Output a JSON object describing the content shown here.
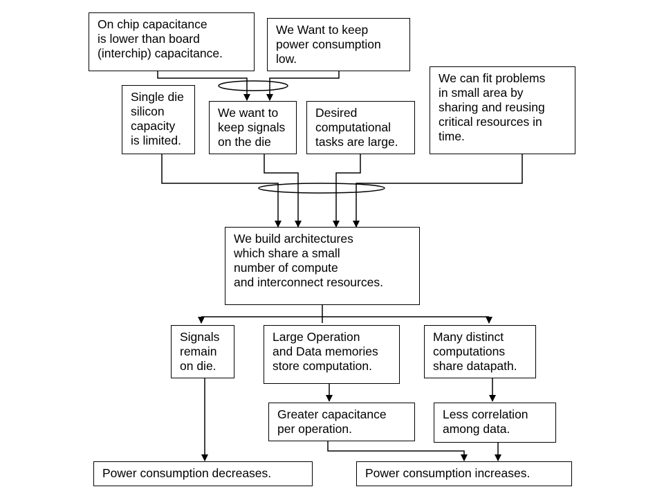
{
  "boxes": {
    "on_chip": "On chip capacitance\nis lower than board\n(interchip) capacitance.",
    "keep_power_low": "We Want to keep\npower consumption\nlow.",
    "single_die": "Single die\nsilicon\ncapacity\nis limited.",
    "keep_signals": "We want to\nkeep signals\non the die",
    "tasks_large": "Desired\ncomputational\ntasks are large.",
    "fit_problems": "We can fit problems\nin small area by\nsharing and reusing\ncritical resources in\ntime.",
    "build_arch": "We build architectures\nwhich share a small\nnumber of compute\nand interconnect resources.",
    "signals_remain": "Signals\nremain\non die.",
    "large_memories": "Large Operation\nand Data memories\nstore computation.",
    "distinct_computations": "Many distinct\ncomputations\nshare datapath.",
    "greater_capacitance": "Greater capacitance\nper operation.",
    "less_correlation": "Less correlation\namong data.",
    "power_decreases": "Power consumption decreases.",
    "power_increases": "Power consumption increases."
  }
}
